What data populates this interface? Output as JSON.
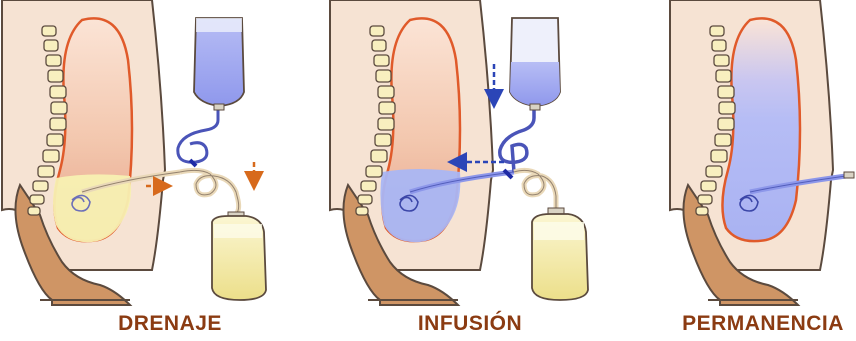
{
  "panels": [
    {
      "id": "drenaje",
      "label": "DRENAJE",
      "state": "drainage",
      "abdomen_fill": "#f6eeb0",
      "fluid_flow": "out"
    },
    {
      "id": "infusion",
      "label": "INFUSIÓN",
      "state": "infusion",
      "abdomen_fill": "#a9b6f4",
      "fluid_flow": "in"
    },
    {
      "id": "permanencia",
      "label": "PERMANENCIA",
      "state": "dwell",
      "abdomen_fill": "#b4bdf6",
      "fluid_flow": "none"
    }
  ],
  "colors": {
    "label": "#8b3b12",
    "skin": "#f6e3d3",
    "skin_outline": "#5b4a3e",
    "thigh": "#cf9565",
    "peritoneum_outline": "#e05a2a",
    "dialysate_blue": "#a4acf2",
    "drain_yellow": "#f7f0b2",
    "arrow_orange": "#d76a1c",
    "arrow_blue": "#2b45b7",
    "vertebra": "#f8efbf"
  },
  "icons": [
    "infusion-bag-icon",
    "drain-bag-icon",
    "catheter-icon",
    "flow-arrow-icon",
    "spine-icon"
  ]
}
